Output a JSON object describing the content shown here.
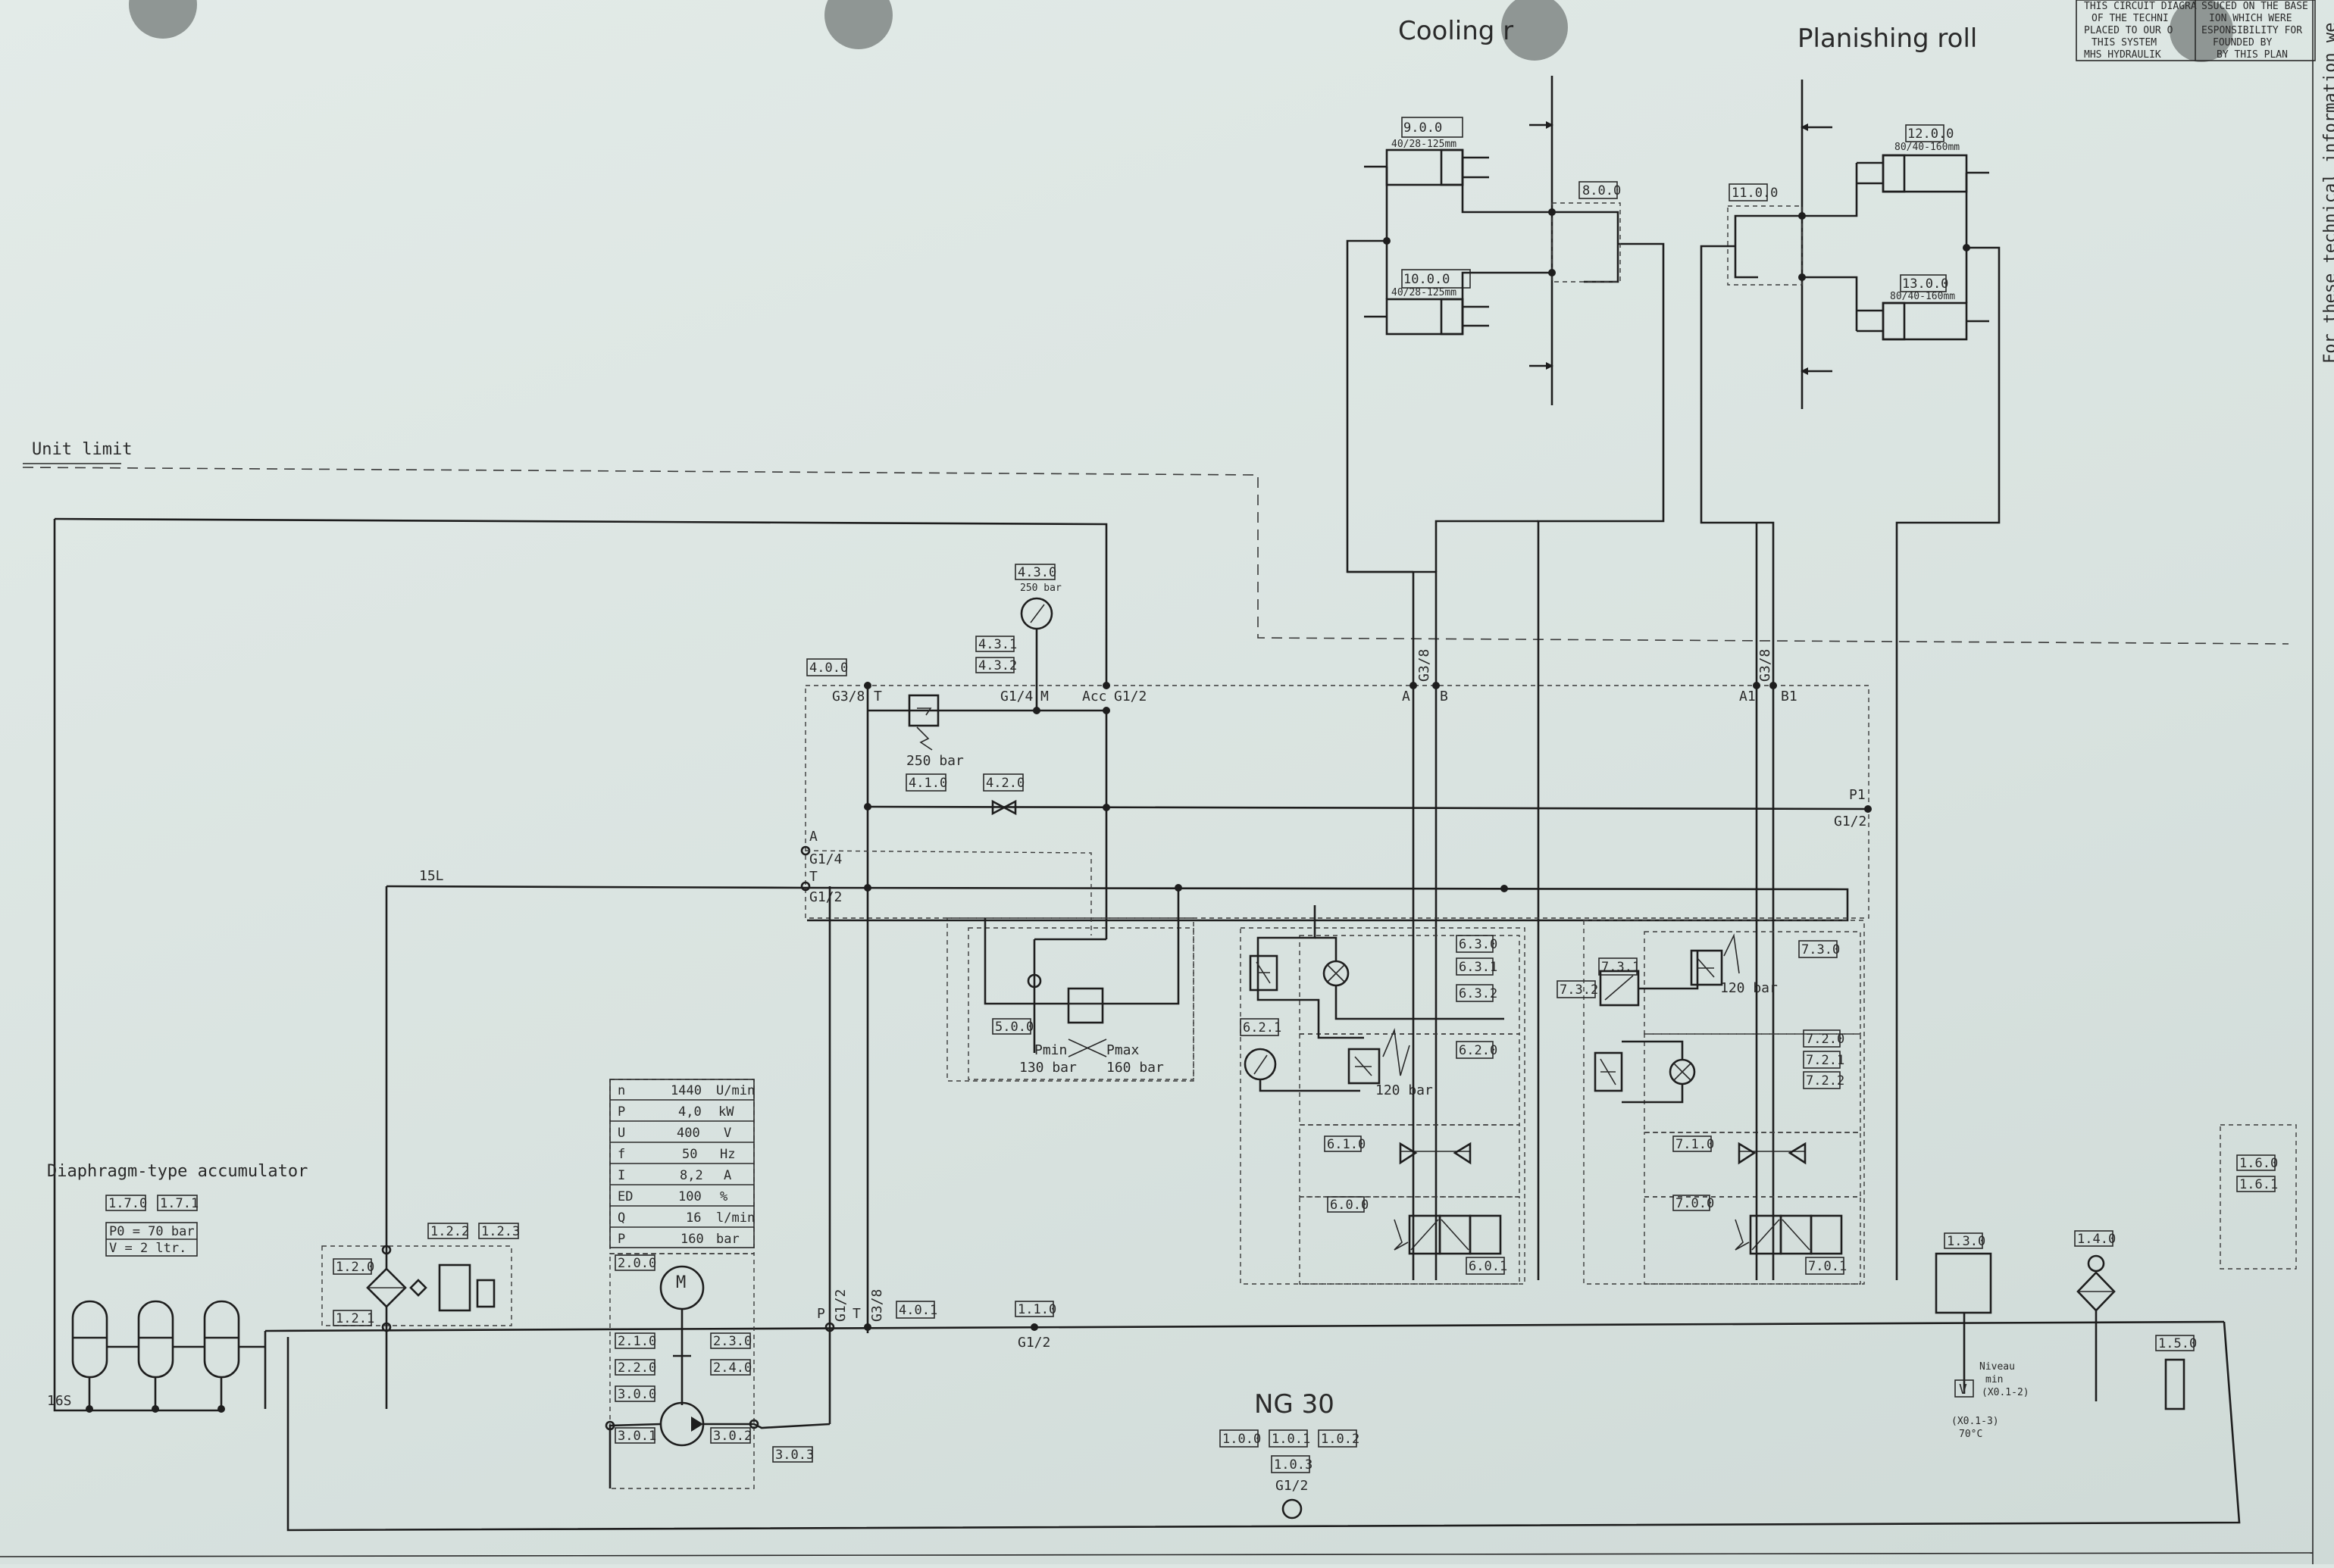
{
  "headers": {
    "cooling_roll": "Cooling r",
    "planishing_roll": "Planishing roll",
    "unit_limit": "Unit limit",
    "accumulator": "Diaphragm-type accumulator",
    "ng": "NG 30",
    "side_note": "For these technical information we"
  },
  "legal_note": [
    "THIS CIRCUIT DIAGRA",
    "OF THE TECHNI",
    "PLACED TO OUR O",
    "THIS SYSTEM",
    "MHS HYDRAULIK",
    "SSUCED ON THE BASE",
    "ION WHICH WERE",
    "ESPONSIBILITY FOR",
    "FOUNDED BY",
    "BY THIS PLAN"
  ],
  "cylinders": {
    "c900": {
      "tag": "9.0.0",
      "spec": "40/28-125mm"
    },
    "c1000": {
      "tag": "10.0.0",
      "spec": "40/28-125mm"
    },
    "c1200": {
      "tag": "12.0.0",
      "spec": "80/40-160mm"
    },
    "c1300": {
      "tag": "13.0.0",
      "spec": "80/40-160mm"
    },
    "v800": "8.0.0",
    "v1100": "11.0.0"
  },
  "motor_table": [
    {
      "sym": "n",
      "val": "1440",
      "unit": "U/min"
    },
    {
      "sym": "P",
      "val": "4,0",
      "unit": "kW"
    },
    {
      "sym": "U",
      "val": "400",
      "unit": "V"
    },
    {
      "sym": "f",
      "val": "50",
      "unit": "Hz"
    },
    {
      "sym": "I",
      "val": "8,2",
      "unit": "A"
    },
    {
      "sym": "ED",
      "val": "100",
      "unit": "%"
    },
    {
      "sym": "Q",
      "val": "16",
      "unit": "l/min"
    },
    {
      "sym": "P",
      "val": "160",
      "unit": "bar"
    }
  ],
  "accumulator_specs": {
    "p0": "P0 = 70 bar",
    "v": "V = 2 ltr."
  },
  "tags": {
    "t170": "1.7.0",
    "t171": "1.7.1",
    "t120": "1.2.0",
    "t121": "1.2.1",
    "t122": "1.2.2",
    "t123": "1.2.3",
    "t200": "2.0.0",
    "t210": "2.1.0",
    "t220": "2.2.0",
    "t230": "2.3.0",
    "t240": "2.4.0",
    "t300": "3.0.0",
    "t301": "3.0.1",
    "t302": "3.0.2",
    "t303": "3.0.3",
    "t400": "4.0.0",
    "t410": "4.1.0",
    "t420": "4.2.0",
    "t401": "4.0.1",
    "t430": "4.3.0",
    "t431": "4.3.1",
    "t432": "4.3.2",
    "t500": "5.0.0",
    "t630": "6.3.0",
    "t631": "6.3.1",
    "t632": "6.3.2",
    "t621": "6.2.1",
    "t620": "6.2.0",
    "t610": "6.1.0",
    "t600": "6.0.0",
    "t601": "6.0.1",
    "t731": "7.3.1",
    "t732": "7.3.2",
    "t730": "7.3.0",
    "t720": "7.2.0",
    "t721": "7.2.1",
    "t722": "7.2.2",
    "t710": "7.1.0",
    "t700": "7.0.0",
    "t701": "7.0.1",
    "t110": "1.1.0",
    "t100": "1.0.0",
    "t101": "1.0.1",
    "t102": "1.0.2",
    "t103": "1.0.3",
    "t130": "1.3.0",
    "t140": "1.4.0",
    "t150": "1.5.0",
    "t160": "1.6.0",
    "t161": "1.6.1"
  },
  "ports": {
    "g38": "G3/8",
    "t": "T",
    "g14": "G1/4",
    "m": "M",
    "acc": "Acc",
    "g12": "G1/2",
    "a": "A",
    "b": "B",
    "a1": "A1",
    "b1": "B1",
    "p1": "P1",
    "p": "P",
    "l15": "15L",
    "s16": "16S",
    "g38v": "G3/8",
    "g12v": "G1/2"
  },
  "pressures": {
    "b250": "250 bar",
    "g250": "250 bar",
    "b120a": "120 bar",
    "b120b": "120 bar",
    "g160": "160 bar",
    "pmin": "Pmin",
    "pmax": "Pmax",
    "b130": "130 bar",
    "b160": "160 bar"
  },
  "level_switch": {
    "niveau": "Niveau",
    "min": "min",
    "code1": "(X0.1-2)",
    "code2": "(X0.1-3)",
    "temp": "70°C",
    "v": "V"
  }
}
